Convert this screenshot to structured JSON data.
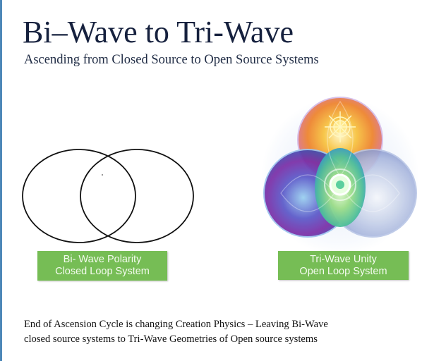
{
  "slide": {
    "title": "Bi–Wave to Tri-Wave",
    "subtitle": "Ascending from Closed Source to Open Source Systems"
  },
  "bi_wave": {
    "label_line1": "Bi- Wave Polarity",
    "label_line2": "Closed Loop System",
    "label_color": "#76bd55"
  },
  "tri_wave": {
    "label_line1": "Tri-Wave Unity",
    "label_line2": "Open Loop System",
    "label_color": "#76bd55"
  },
  "caption": {
    "line1": "End of Ascension Cycle is changing Creation Physics – Leaving Bi-Wave",
    "line2": "closed source systems  to Tri-Wave Geometries of Open source systems"
  },
  "colors": {
    "accent_rule": "#4d88b8",
    "title_text": "#16213e"
  }
}
